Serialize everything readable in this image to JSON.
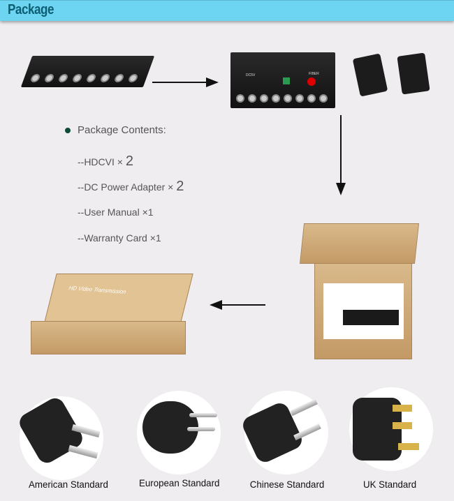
{
  "header": {
    "title": "Package"
  },
  "contents": {
    "title": "Package Contents:",
    "items": [
      {
        "label": "--HDCVI × ",
        "qty": "2"
      },
      {
        "label": "--DC  Power Adapter   × ",
        "qty": "2"
      },
      {
        "label": "--User Manual  ",
        "qty": "×1"
      },
      {
        "label": "--Warranty Card  ",
        "qty": "×1"
      }
    ]
  },
  "device_labels": {
    "power": "DC5V",
    "fiber": "FIBER"
  },
  "box_print": "HD Video Transmission",
  "plugs": [
    {
      "label": "American Standard"
    },
    {
      "label": "European Standard"
    },
    {
      "label": "Chinese Standard"
    },
    {
      "label": "UK Standard"
    }
  ],
  "colors": {
    "header_bg": "#6dd4f2",
    "header_text": "#0c5e72",
    "background": "#efedef"
  }
}
